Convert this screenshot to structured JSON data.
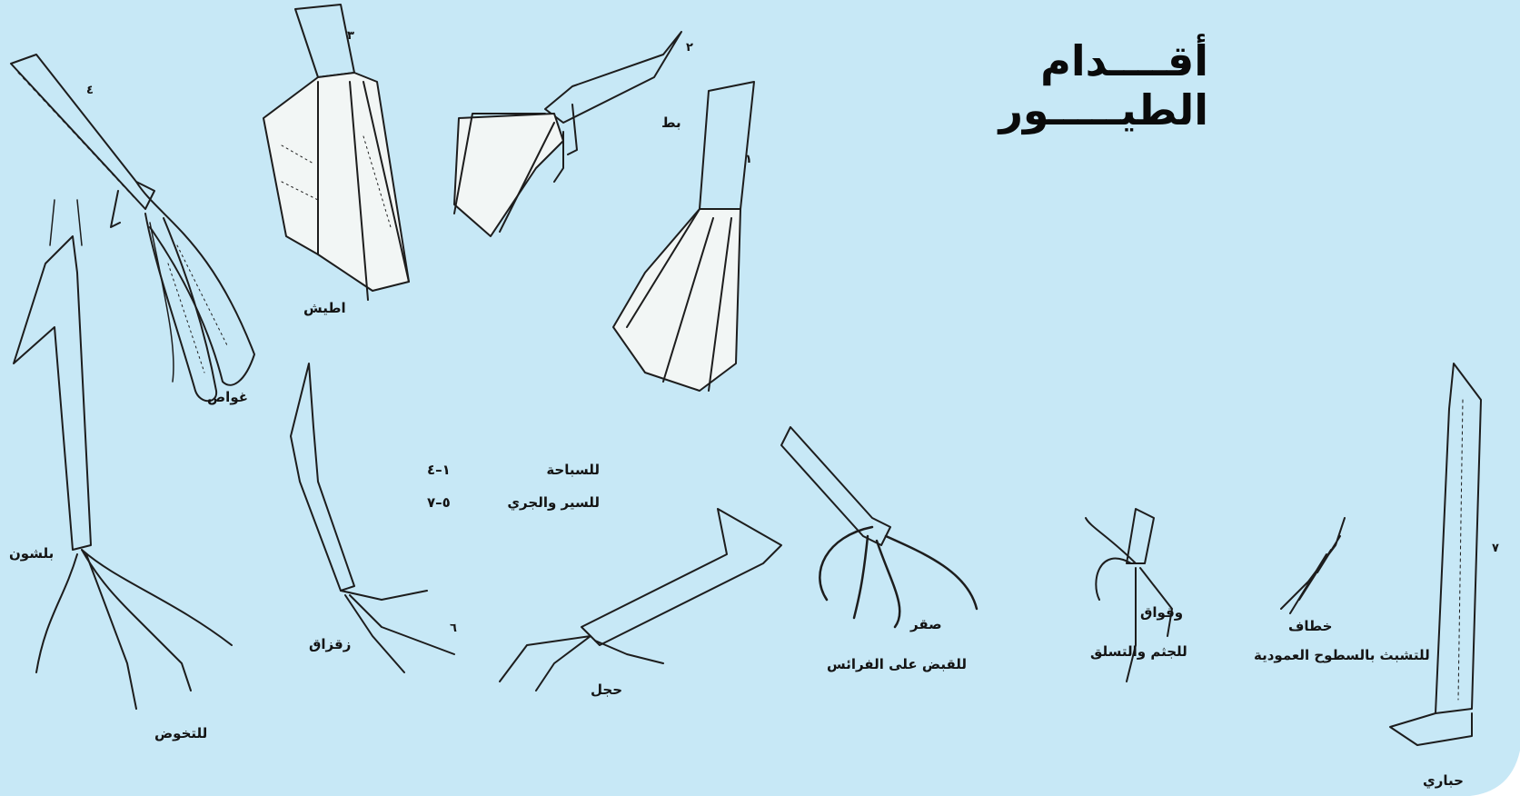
{
  "title": "أقــــدام الطيـــــور",
  "legend": [
    {
      "range": "١–٤",
      "text": "للسباحة"
    },
    {
      "range": "٥–٧",
      "text": "للسير والجري"
    }
  ],
  "feet": {
    "f1": {
      "num": "١"
    },
    "f2": {
      "num": "٢",
      "name": "بط"
    },
    "f3": {
      "num": "٣",
      "name": "اطيش"
    },
    "f4": {
      "num": "٤",
      "name": "غواص"
    },
    "f5": {
      "name": "بلشون",
      "use": "للتخوض"
    },
    "f6": {
      "num": "٦",
      "name": "زقزاق"
    },
    "f6b": {
      "name": "حجل"
    },
    "f7": {
      "num": "٧",
      "name": "حباري"
    },
    "hawk": {
      "name": "صقر",
      "use": "للقبض على الفرائس"
    },
    "perch": {
      "name": "وقواق",
      "use": "للجثم والتسلق"
    },
    "swift": {
      "name": "خطاف",
      "use": "للتشبث بالسطوح العمودية"
    }
  }
}
